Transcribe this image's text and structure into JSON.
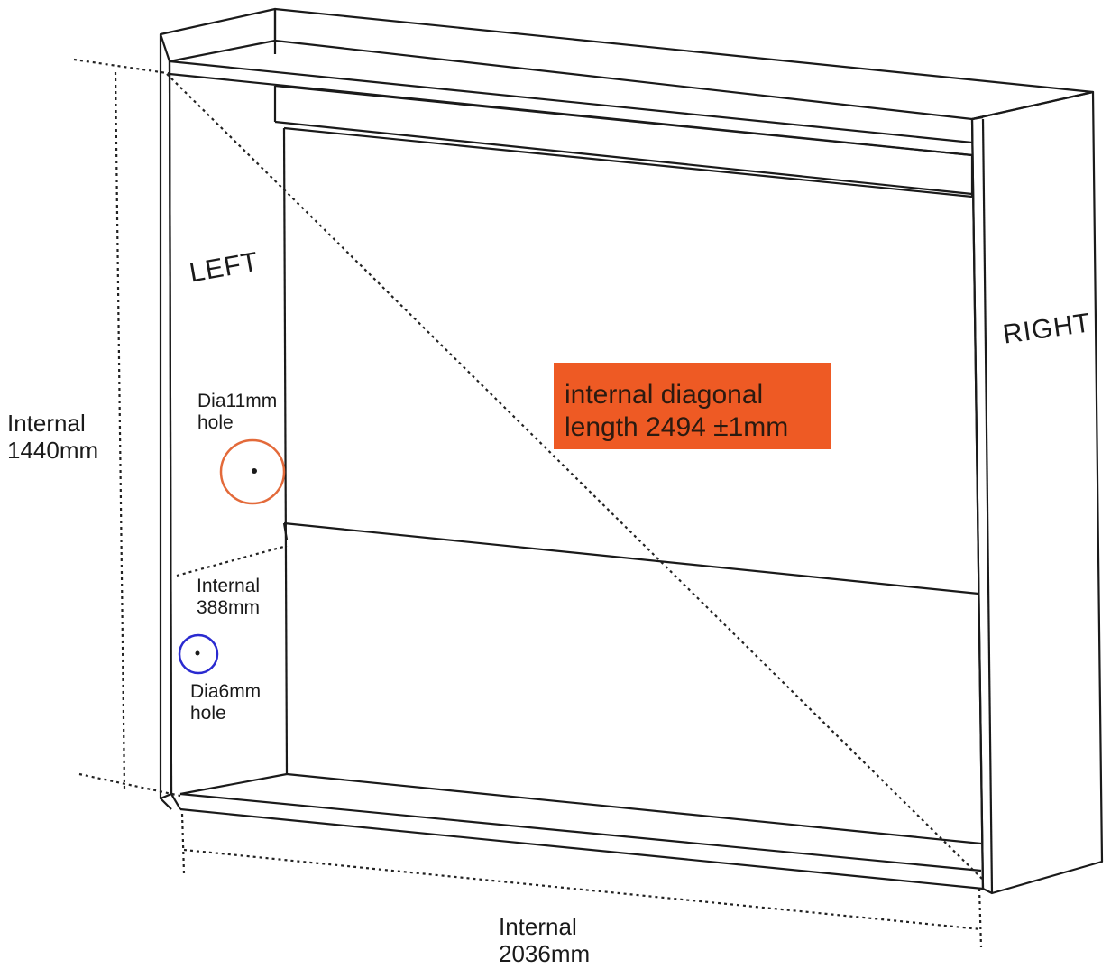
{
  "labels": {
    "left": "LEFT",
    "right": "RIGHT",
    "height_dim": "Internal\n1440mm",
    "width_dim": "Internal\n2036mm",
    "shelf_dim": "Internal\n388mm",
    "large_hole": "Dia11mm\nhole",
    "small_hole": "Dia6mm\nhole",
    "diagonal_line1": "internal diagonal",
    "diagonal_line2": "length 2494 ±1mm"
  },
  "colors": {
    "line": "#1a1a1a",
    "dotted": "#222222",
    "callout_bg": "#ee5a24",
    "large_hole_ring": "#e36a3a",
    "small_hole_ring": "#2a2ad0"
  }
}
